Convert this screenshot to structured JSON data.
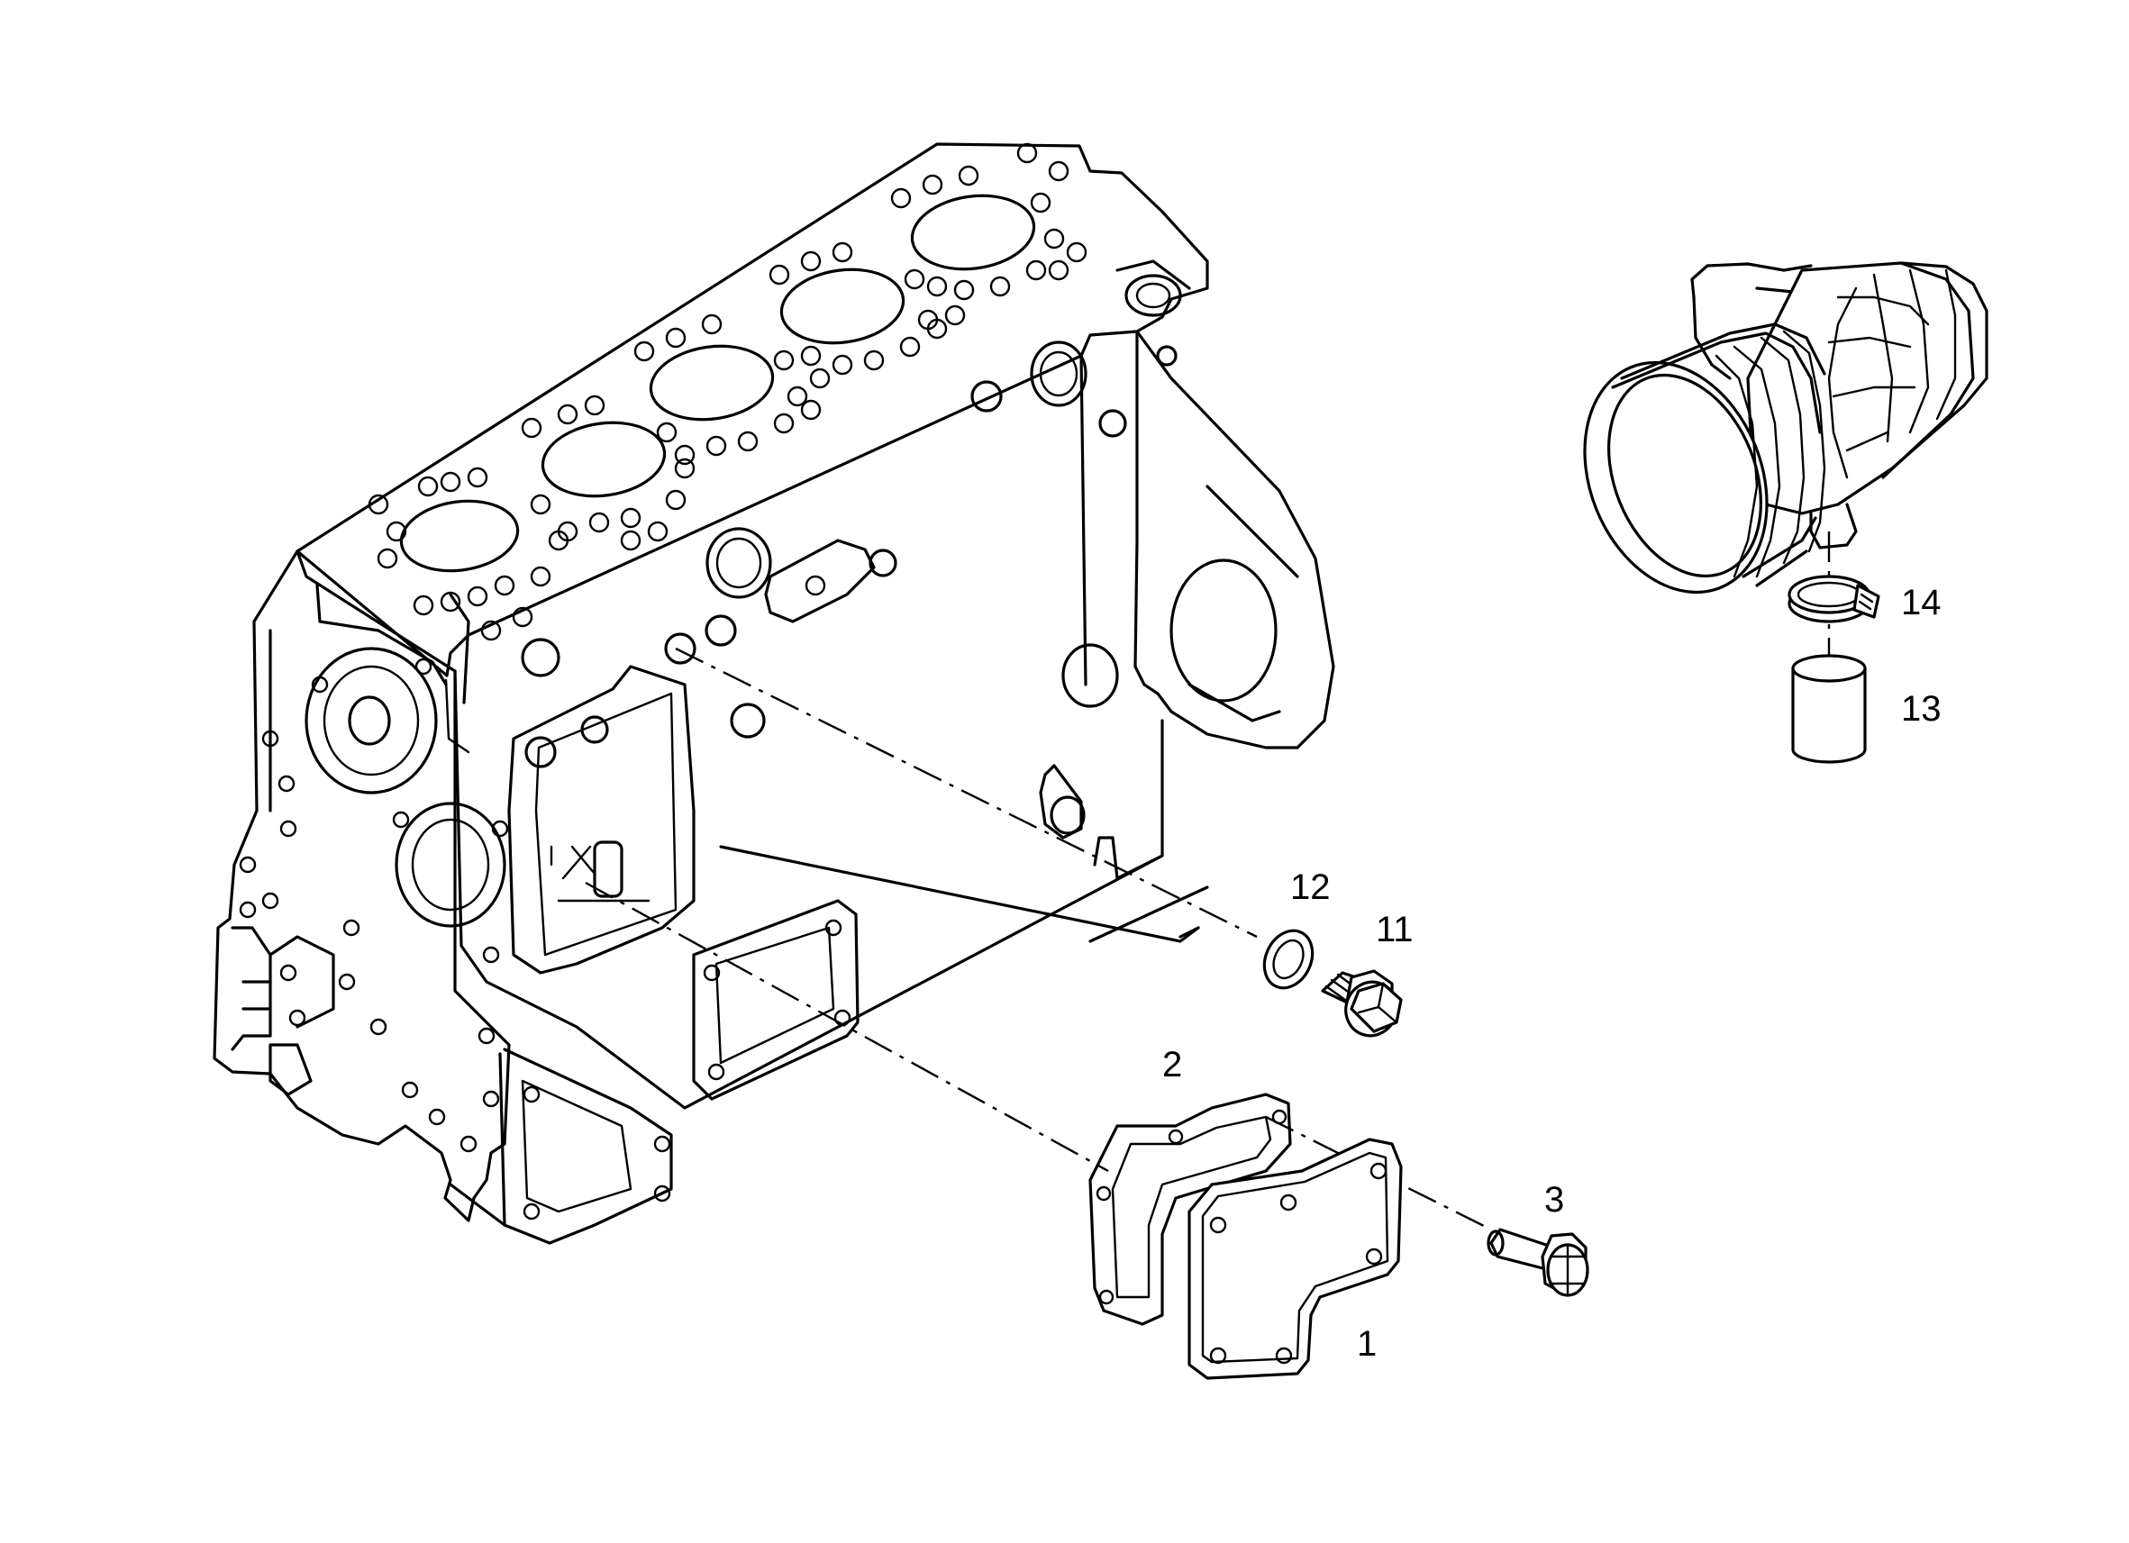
{
  "callouts": {
    "part_1": "1",
    "part_2": "2",
    "part_3": "3",
    "part_11": "11",
    "part_12": "12",
    "part_13": "13",
    "part_14": "14"
  }
}
